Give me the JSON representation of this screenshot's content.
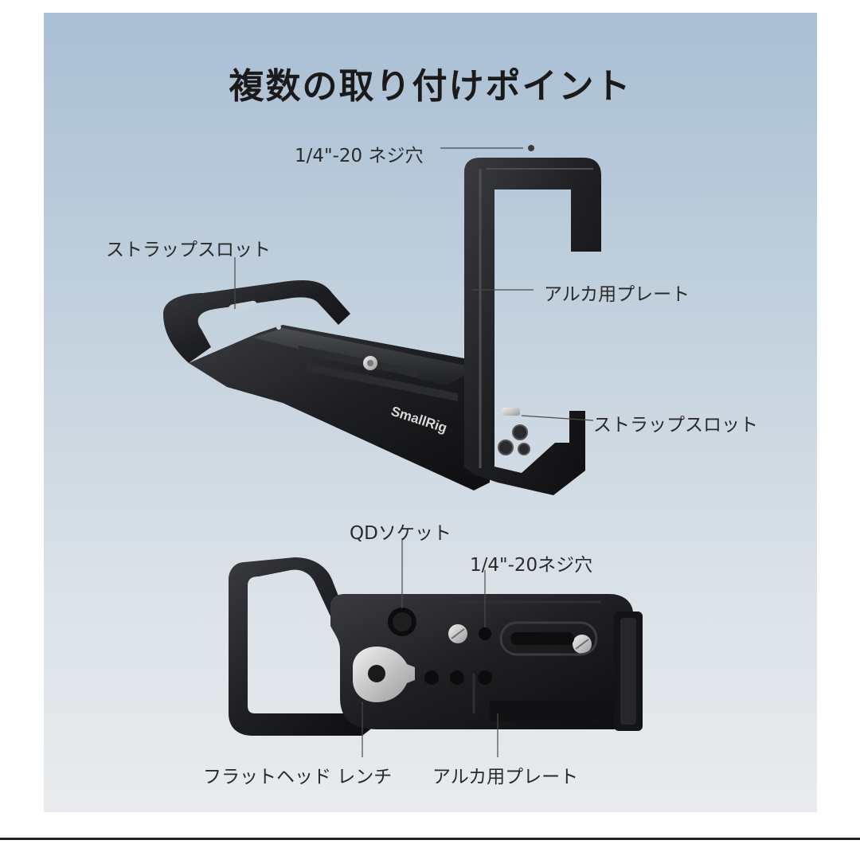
{
  "title": "複数の取り付けポイント",
  "brand": "SmallRig",
  "top_view": {
    "labels": {
      "screw_hole": "1/4\"-20 ネジ穴",
      "strap_slot_left": "ストラップスロット",
      "arca_plate": "アルカ用プレート",
      "strap_slot_right": "ストラップスロット"
    }
  },
  "bottom_view": {
    "labels": {
      "qd_socket": "QDソケット",
      "screw_hole": "1/4\"-20ネジ穴",
      "wrench": "フラットヘッド レンチ",
      "arca_plate": "アルカ用プレート"
    }
  },
  "colors": {
    "panel_top": "#a9bfd3",
    "panel_bottom": "#e9ebed",
    "metal": "#1c1c1e",
    "label_line": "#4a4a4a"
  }
}
